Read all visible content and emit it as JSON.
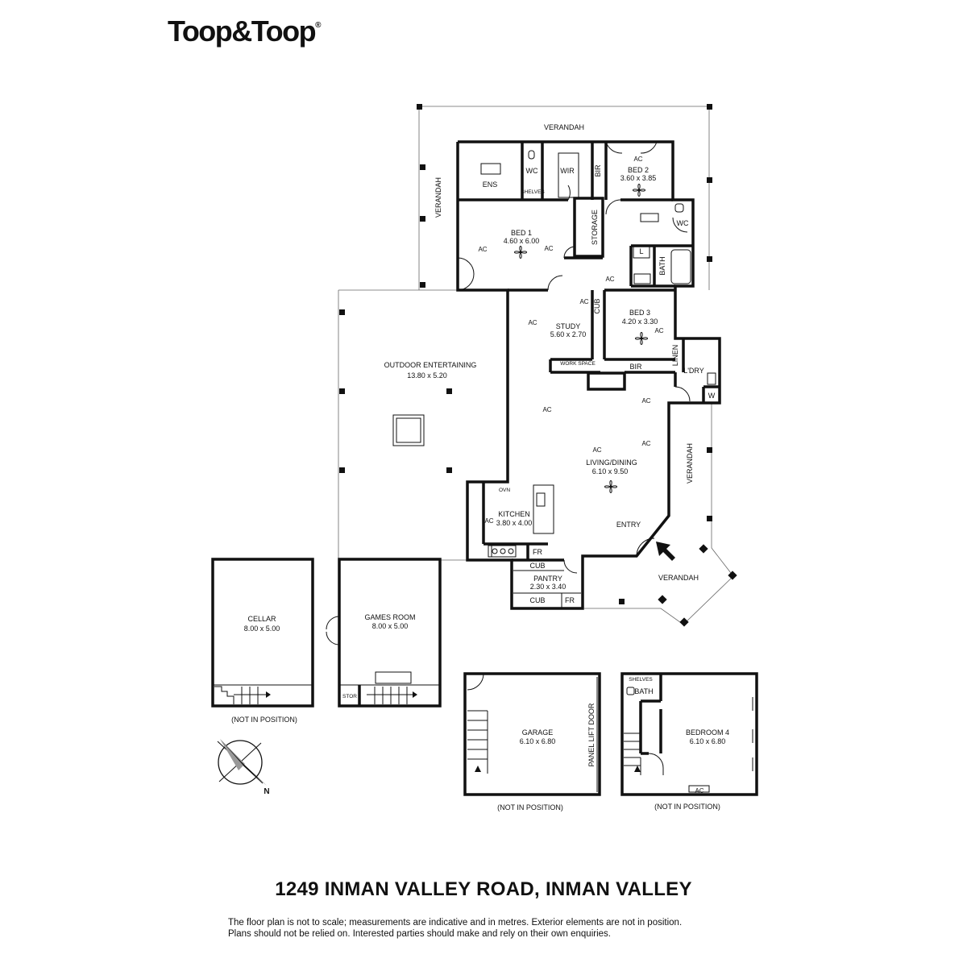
{
  "brand": {
    "logo_text": "Toop&Toop",
    "registered_mark": "®"
  },
  "rooms": {
    "verandah_top": "VERANDAH",
    "verandah_left": "VERANDAH",
    "verandah_right": "VERANDAH",
    "verandah_bottom": "VERANDAH",
    "ens": "ENS",
    "wc1": "WC",
    "shelves1": "SHELVES",
    "wir": "WIR",
    "bir1": "BIR",
    "bed2_name": "BED 2",
    "bed2_size": "3.60 x 3.85",
    "storage": "STORAGE",
    "wc2": "WC",
    "bed1_name": "BED 1",
    "bed1_size": "4.60 x 6.00",
    "l": "L",
    "bath1": "BATH",
    "cub1": "CUB",
    "study_name": "STUDY",
    "study_size": "5.60 x 2.70",
    "work_space": "WORK SPACE",
    "bed3_name": "BED 3",
    "bed3_size": "4.20 x 3.30",
    "bir2": "BIR",
    "linen": "LINEN",
    "ldry": "L'DRY",
    "w": "W",
    "outdoor_name": "OUTDOOR ENTERTAINING",
    "outdoor_size": "13.80 x 5.20",
    "living_name": "LIVING/DINING",
    "living_size": "6.10 x 9.50",
    "ovn": "OVN",
    "kitchen_name": "KITCHEN",
    "kitchen_size": "3.80 x 4.00",
    "entry": "ENTRY",
    "fr1": "FR",
    "cub2": "CUB",
    "pantry_name": "PANTRY",
    "pantry_size": "2.30 x 3.40",
    "cub3": "CUB",
    "fr2": "FR",
    "cellar_name": "CELLAR",
    "cellar_size": "8.00 x 5.00",
    "games_name": "GAMES ROOM",
    "games_size": "8.00 x 5.00",
    "stor": "STOR",
    "garage_name": "GARAGE",
    "garage_size": "6.10 x 6.80",
    "panel_lift": "PANEL LIFT DOOR",
    "shelves2": "SHELVES",
    "bath2": "BATH",
    "bedroom4_name": "BEDROOM 4",
    "bedroom4_size": "6.10 x 6.80",
    "ac": "AC"
  },
  "notes": {
    "not_in_position_1": "(NOT IN POSITION)",
    "not_in_position_2": "(NOT IN POSITION)",
    "not_in_position_3": "(NOT IN POSITION)",
    "north": "N"
  },
  "address": "1249 INMAN VALLEY ROAD, INMAN VALLEY",
  "disclaimer": {
    "line1": "The floor plan is not to scale; measurements are indicative and in metres. Exterior elements are not in position.",
    "line2": "Plans should not be relied on. Interested parties should make and rely on their own enquiries."
  }
}
